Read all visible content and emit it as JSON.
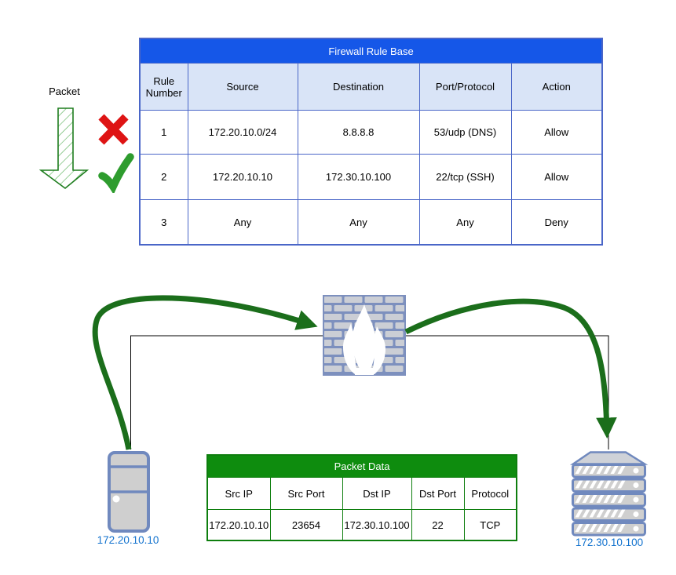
{
  "packet": {
    "label": "Packet"
  },
  "firewall_table": {
    "title": "Firewall Rule Base",
    "columns": [
      "Rule Number",
      "Source",
      "Destination",
      "Port/Protocol",
      "Action"
    ],
    "rows": [
      [
        "1",
        "172.20.10.0/24",
        "8.8.8.8",
        "53/udp (DNS)",
        "Allow"
      ],
      [
        "2",
        "172.20.10.10",
        "172.30.10.100",
        "22/tcp (SSH)",
        "Allow"
      ],
      [
        "3",
        "Any",
        "Any",
        "Any",
        "Deny"
      ]
    ]
  },
  "packet_table": {
    "title": "Packet Data",
    "columns": [
      "Src IP",
      "Src Port",
      "Dst IP",
      "Dst Port",
      "Protocol"
    ],
    "rows": [
      [
        "172.20.10.10",
        "23654",
        "172.30.10.100",
        "22",
        "TCP"
      ]
    ]
  },
  "diagram": {
    "source_server_label": "172.20.10.10",
    "destination_server_label": "172.30.10.100"
  },
  "icons": {
    "packet": "packet-down-arrow-icon",
    "deny": "x-mark-icon",
    "allow": "check-mark-icon",
    "firewall": "firewall-brick-flame-icon",
    "source": "tower-server-icon",
    "destination": "rack-server-icon"
  },
  "colors": {
    "table_header_blue": "#1557E8",
    "table_border_blue": "#4A66C8",
    "table_subheader_blue": "#D9E4F7",
    "table_header_green": "#0E8C0E",
    "table_border_green": "#0E7E0E",
    "ip_label_blue": "#1272CE",
    "flow_arrow_green": "#1B6E1B",
    "allow_check_green": "#2E9C2E",
    "deny_x_red": "#DE1414",
    "server_fill_gray": "#CFCFCF",
    "server_border_blue": "#7089BE",
    "brick_mortar_blue": "#7D90BE",
    "brick_fill_gray": "#CBCED5"
  }
}
